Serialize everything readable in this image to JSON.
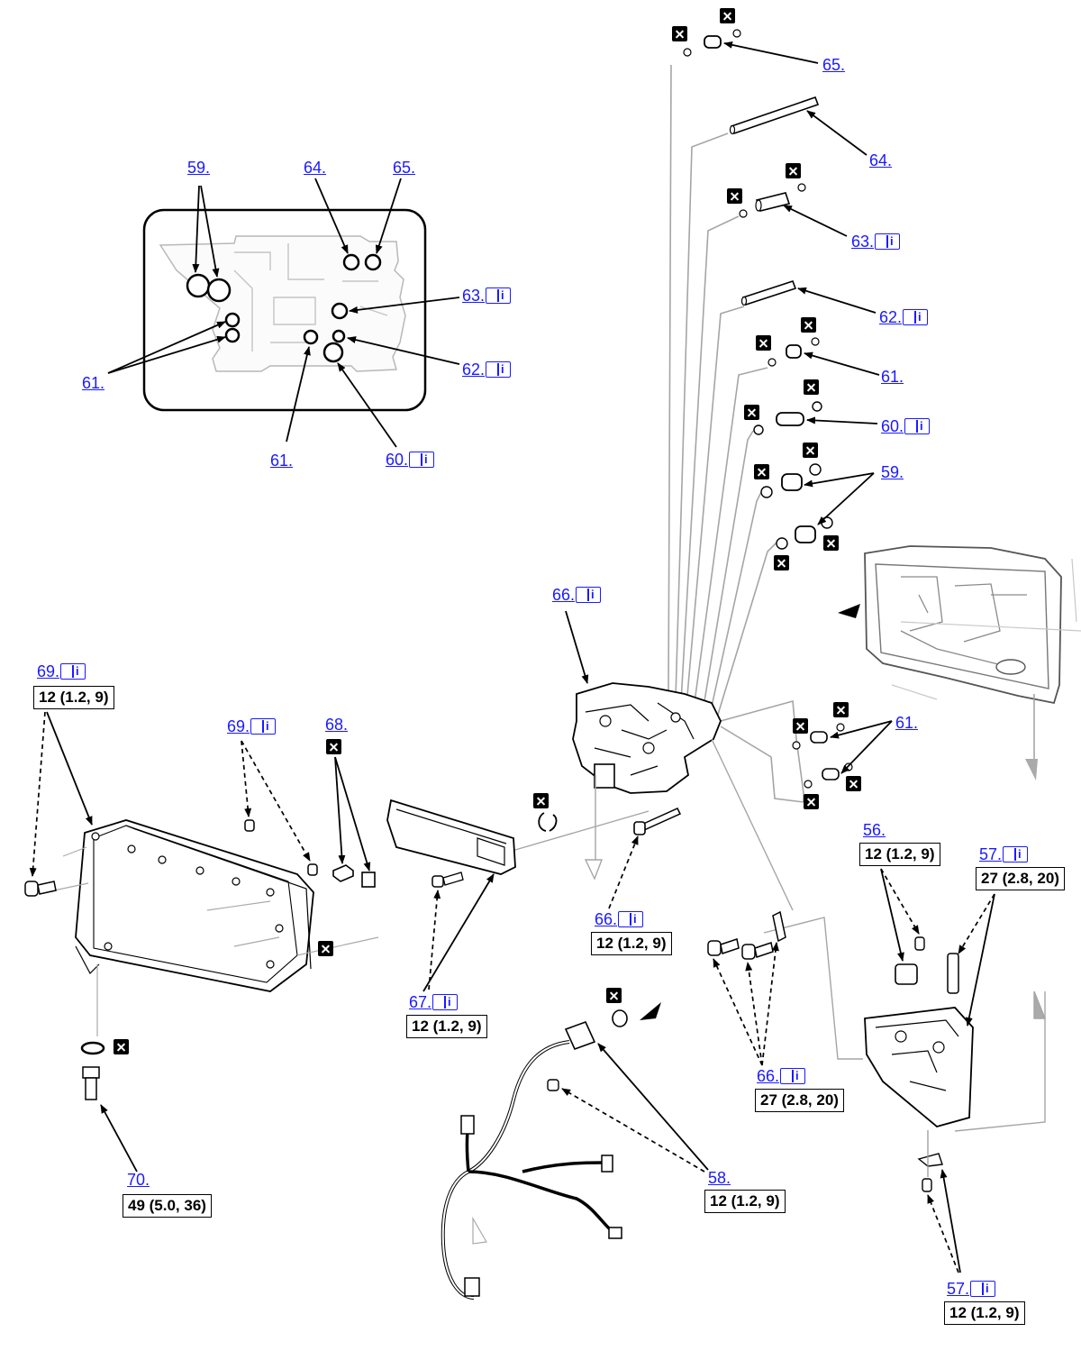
{
  "callouts": {
    "c65_top": "65.",
    "c64_top": "64.",
    "c63_right": "63.",
    "c62_right": "62.",
    "c61_right": "61.",
    "c60_right": "60.",
    "c59_right": "59.",
    "c66_top": "66.",
    "c61_lower": "61.",
    "c69_left": "69.",
    "c69_mid": "69.",
    "c68": "68.",
    "c66_mid": "66.",
    "c67": "67.",
    "c66_low": "66.",
    "c58": "58.",
    "c56": "56.",
    "c57_top": "57.",
    "c57_low": "57.",
    "c70": "70.",
    "inset_59": "59.",
    "inset_64": "64.",
    "inset_65": "65.",
    "inset_63": "63.",
    "inset_62": "62.",
    "inset_61_left": "61.",
    "inset_61_bottom": "61.",
    "inset_60": "60."
  },
  "torques": {
    "t69": "12 (1.2, 9)",
    "t66_mid": "12 (1.2, 9)",
    "t67": "12 (1.2, 9)",
    "t66_low": "27 (2.8, 20)",
    "t58": "12 (1.2, 9)",
    "t56": "12 (1.2, 9)",
    "t57_top": "27 (2.8, 20)",
    "t57_low": "12 (1.2, 9)",
    "t70": "49 (5.0, 36)"
  },
  "icons": {
    "non_reusable": "x-box-icon",
    "service_info": "book-info-icon",
    "rotation": "rotate-arrow-icon"
  },
  "colors": {
    "link": "#1a1aff",
    "line": "#000000",
    "leader": "#9a9a9a"
  }
}
